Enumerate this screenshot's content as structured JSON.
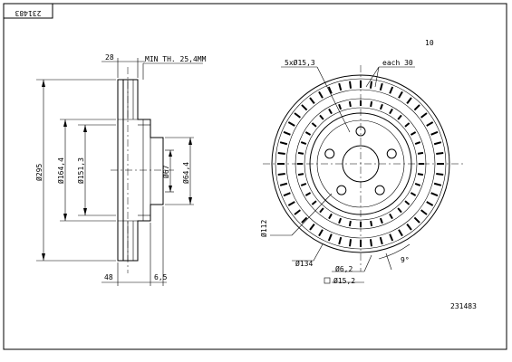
{
  "drawing": {
    "part_number_mirrored": "231483",
    "part_number": "231483",
    "reference_mark": "10",
    "section_view": {
      "diameter_outer": "Ø295",
      "diameter_hat": "Ø164,4",
      "diameter_bore": "Ø151,3",
      "diameter_center": "Ø67",
      "diameter_inner": "Ø64,4",
      "thickness": "28",
      "min_thickness": "MIN TH. 25,4MM",
      "height": "48",
      "hat_thickness": "6,5"
    },
    "front_view": {
      "bolt_holes": "5xØ15,3",
      "vent_angle": "each 30",
      "pcd": "Ø112",
      "diameter_134": "Ø134",
      "hole_62": "Ø6,2",
      "hole_152": "Ø15,2",
      "angle": "9°"
    }
  }
}
